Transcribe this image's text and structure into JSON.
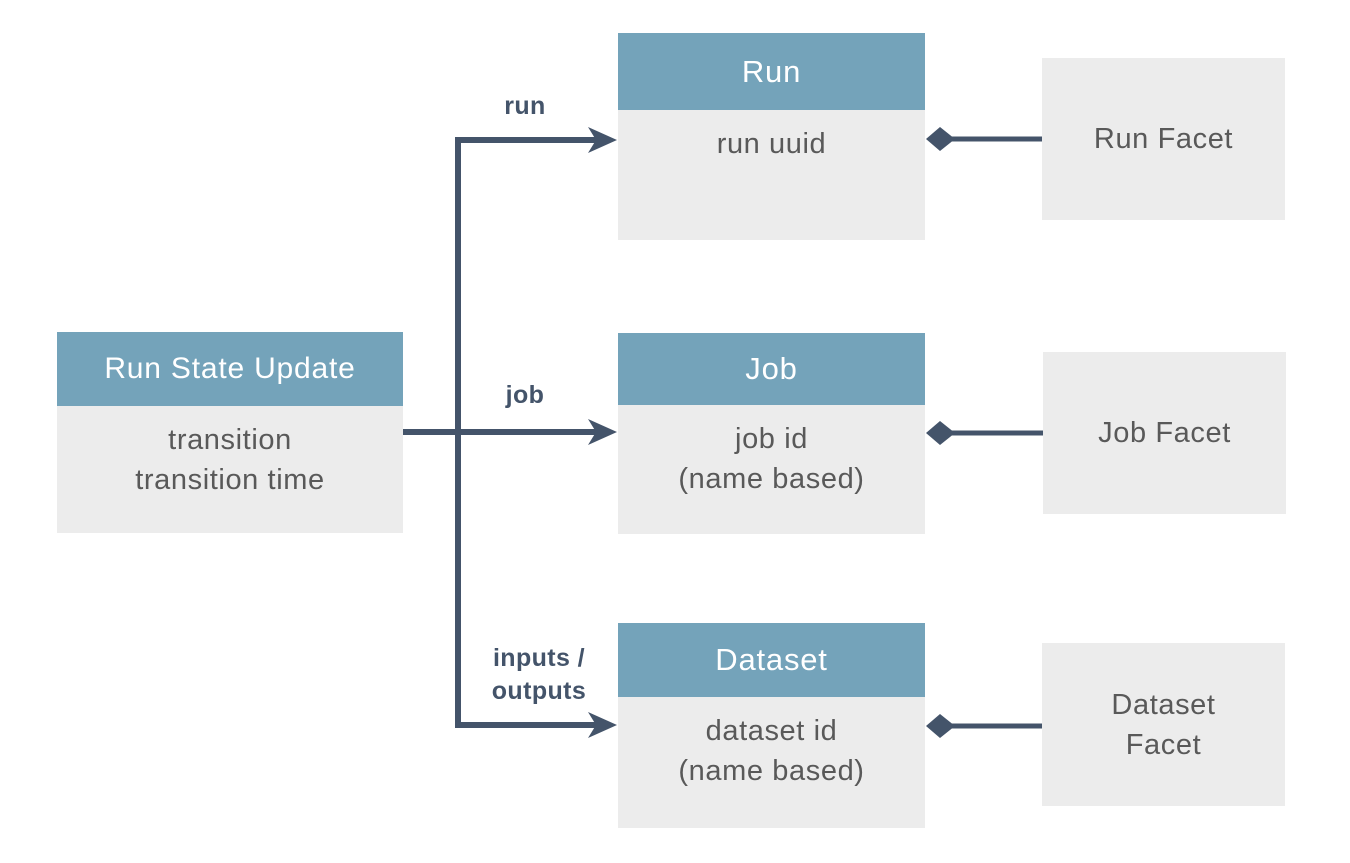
{
  "colors": {
    "header_blue": "#74a3ba",
    "box_gray": "#ececec",
    "connector": "#44546a",
    "body_text": "#595959",
    "header_text": "#ffffff",
    "background": "#ffffff"
  },
  "nodes": {
    "run_state_update": {
      "title": "Run State Update",
      "lines": [
        "transition",
        "transition time"
      ]
    },
    "run": {
      "title": "Run",
      "lines": [
        "run uuid"
      ]
    },
    "job": {
      "title": "Job",
      "lines": [
        "job id",
        "(name based)"
      ]
    },
    "dataset": {
      "title": "Dataset",
      "lines": [
        "dataset id",
        "(name based)"
      ]
    },
    "run_facet": {
      "label": "Run Facet"
    },
    "job_facet": {
      "label": "Job Facet"
    },
    "dataset_facet": {
      "label": "Dataset\nFacet"
    }
  },
  "edges": {
    "run_label": "run",
    "job_label": "job",
    "inputs_outputs_label": "inputs /\noutputs"
  }
}
